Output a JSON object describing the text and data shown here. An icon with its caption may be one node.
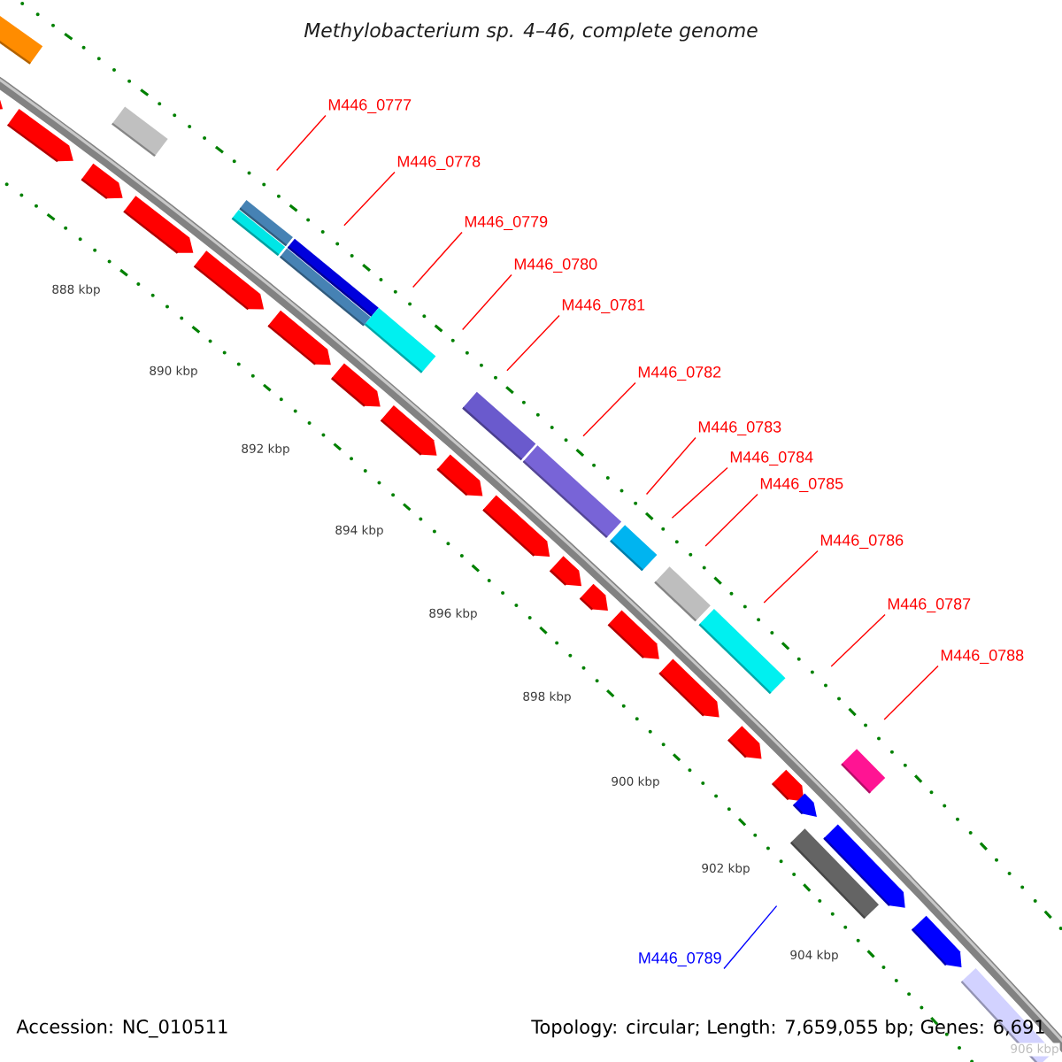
{
  "diagram": {
    "title": "Methylobacterium sp. 4–46, complete genome",
    "nodes": [
      {
        "text": [
          "M446_0777"
        ]
      },
      {
        "text": [
          "M446_0778"
        ]
      },
      {
        "text": [
          "M446_0779"
        ]
      },
      {
        "text": [
          "M446_0780"
        ]
      },
      {
        "text": [
          "M446_0781"
        ]
      },
      {
        "text": [
          "M446_0782"
        ]
      },
      {
        "text": [
          "M446_0783"
        ]
      },
      {
        "text": [
          "M446_0784"
        ]
      },
      {
        "text": [
          "M446_0785"
        ]
      },
      {
        "text": [
          "M446_0786"
        ]
      },
      {
        "text": [
          "M446_0787"
        ]
      },
      {
        "text": [
          "M446_0788"
        ]
      },
      {
        "text": [
          "M446_0789"
        ]
      }
    ],
    "edges": [
      {
        "from": 0,
        "to": null,
        "arrow": "none"
      },
      {
        "from": 1,
        "to": null,
        "arrow": "none"
      },
      {
        "from": 2,
        "to": null,
        "arrow": "none"
      },
      {
        "from": 3,
        "to": null,
        "arrow": "none"
      },
      {
        "from": 4,
        "to": null,
        "arrow": "none"
      },
      {
        "from": 5,
        "to": null,
        "arrow": "none"
      },
      {
        "from": 6,
        "to": null,
        "arrow": "none"
      },
      {
        "from": 7,
        "to": null,
        "arrow": "none"
      },
      {
        "from": 8,
        "to": null,
        "arrow": "none"
      },
      {
        "from": 9,
        "to": null,
        "arrow": "none"
      },
      {
        "from": 10,
        "to": null,
        "arrow": "none"
      },
      {
        "from": 11,
        "to": null,
        "arrow": "none"
      },
      {
        "from": 12,
        "to": null,
        "arrow": "none",
        "color": "#0000ff"
      }
    ],
    "labels": [
      "888 kbp",
      "890 kbp",
      "892 kbp",
      "894 kbp",
      "896 kbp",
      "898 kbp",
      "900 kbp",
      "902 kbp",
      "904 kbp",
      "906 kbp",
      "Accession: NC_010511",
      "Topology: circular; Length: 7,659,055 bp; Genes: 6,691"
    ]
  }
}
